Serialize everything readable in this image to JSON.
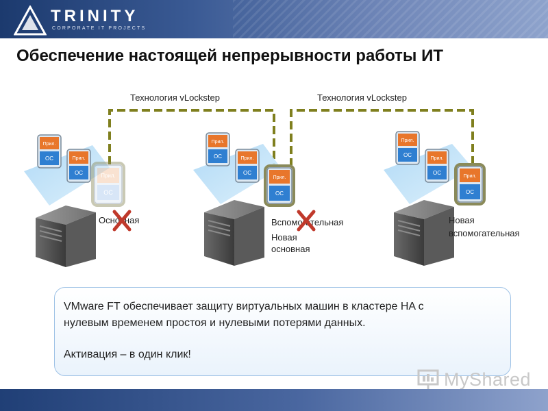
{
  "header": {
    "logo_name": "TRINITY",
    "logo_tagline": "CORPORATE IT PROJECTS",
    "logo_icon": "triangle-logo-icon"
  },
  "slide": {
    "title": "Обеспечение настоящей непрерывности работы ИТ"
  },
  "diagram": {
    "link_labels": [
      "Технология vLockstep",
      "Технология vLockstep"
    ],
    "vm": {
      "app_label": "Прил.",
      "os_label": "ОС"
    },
    "hosts": [
      {
        "role_lines": [
          "Основная"
        ],
        "failed": true
      },
      {
        "role_lines": [
          "Вспомогательная",
          "Новая",
          "основная"
        ],
        "failed": true
      },
      {
        "role_lines": [
          "Новая",
          "вспомогательная"
        ],
        "failed": false
      }
    ],
    "colors": {
      "link": "#7f7f1e",
      "app": "#e8762b",
      "os": "#2f7fd1",
      "fail_mark": "#c0392b",
      "server": "#4a4a4a"
    }
  },
  "message": {
    "line1": "VMware FT обеспечивает защиту виртуальных машин в кластере HA с",
    "line2": "нулевым временем простоя и нулевыми потерями данных.",
    "line3": "Активация – в один клик!"
  },
  "watermark": {
    "text": "MyShared",
    "icon": "presentation-board-icon"
  }
}
